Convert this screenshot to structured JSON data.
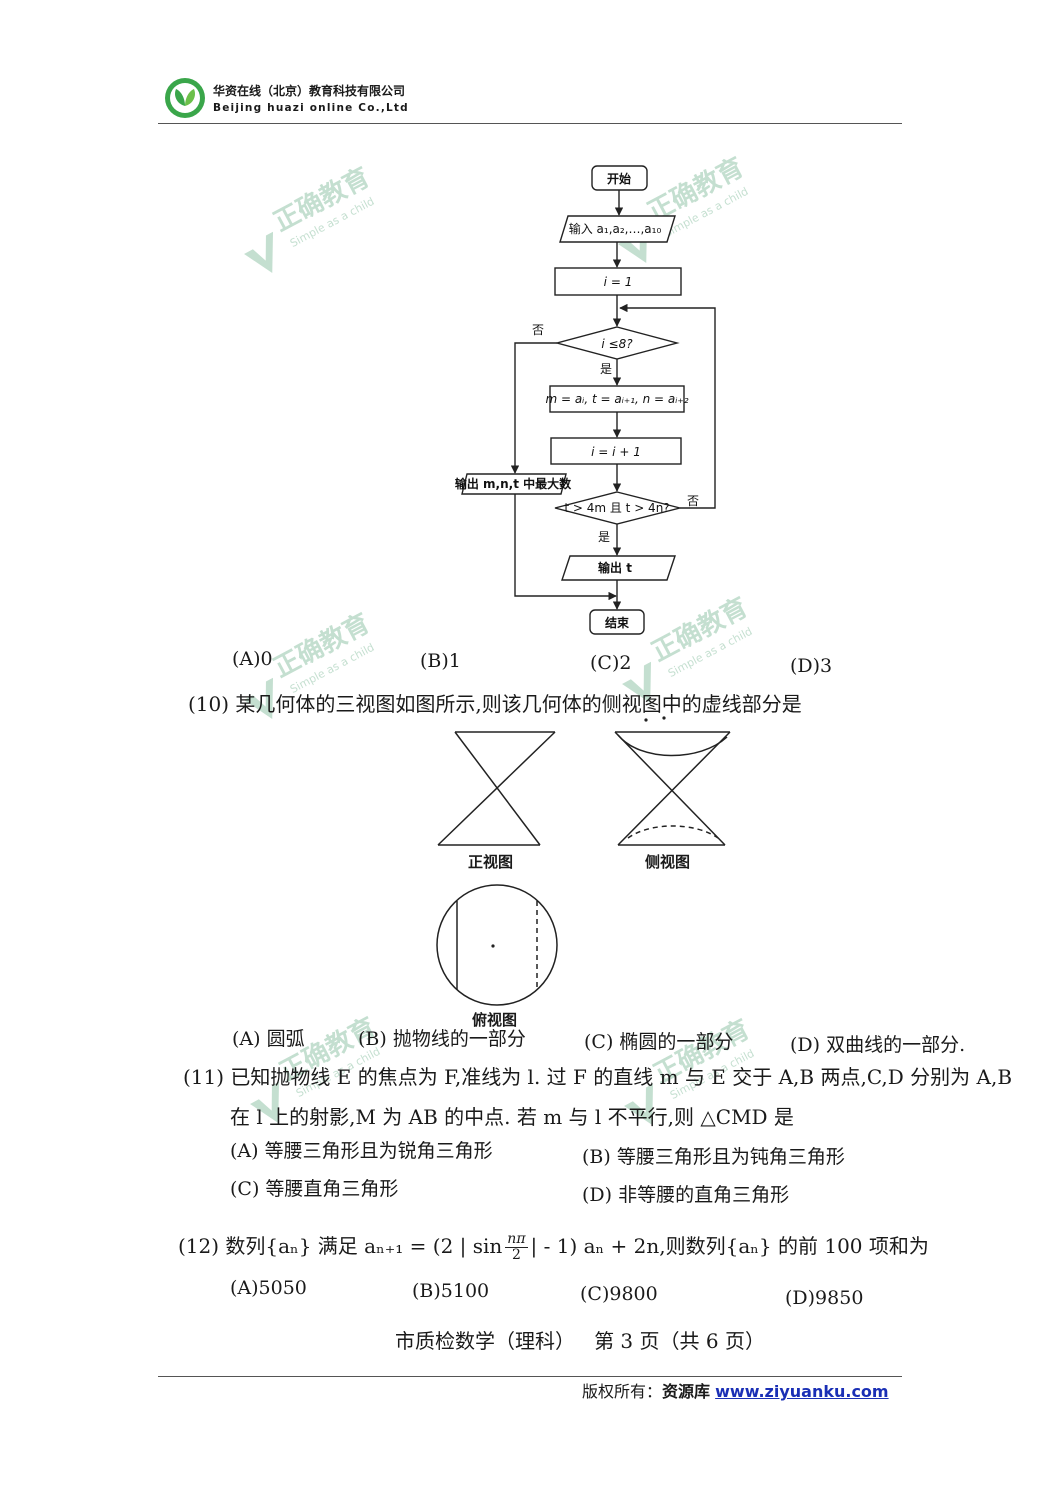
{
  "header": {
    "company_cn": "华资在线（北京）教育科技有限公司",
    "company_en": "Beijing huazi online Co.,Ltd"
  },
  "watermark": {
    "title": "正确教育",
    "subtitle": "Simple as a child"
  },
  "flowchart": {
    "start": "开始",
    "input": "输入 a₁,a₂,…,a₁₀",
    "init": "i = 1",
    "cond1": "i ≤8?",
    "no": "否",
    "yes": "是",
    "assign": "m = aᵢ, t = aᵢ₊₁, n = aᵢ₊₂",
    "incr": "i = i + 1",
    "cond2": "t > 4m 且 t > 4n?",
    "output_t": "输出 t",
    "output_max": "输出 m,n,t 中最大数",
    "end": "结束"
  },
  "q9_options": [
    "(A)0",
    "(B)1",
    "(C)2",
    "(D)3"
  ],
  "q10": {
    "stem": "(10) 某几何体的三视图如图所示,则该几何体的侧视图中的虚线部分是",
    "labels": {
      "front": "正视图",
      "side": "侧视图",
      "top": "俯视图"
    },
    "options": [
      "(A) 圆弧",
      "(B) 抛物线的一部分",
      "(C) 椭圆的一部分",
      "(D) 双曲线的一部分."
    ]
  },
  "q11": {
    "line1": "(11) 已知抛物线 E 的焦点为 F,准线为 l. 过 F 的直线 m 与 E 交于 A,B 两点,C,D 分别为 A,B",
    "line2": "在 l 上的射影,M 为 AB 的中点. 若 m 与 l 不平行,则 △CMD 是",
    "options": [
      "(A) 等腰三角形且为锐角三角形",
      "(B) 等腰三角形且为钝角三角形",
      "(C) 等腰直角三角形",
      "(D) 非等腰的直角三角形"
    ]
  },
  "q12": {
    "stem_before": "(12) 数列{aₙ} 满足 aₙ₊₁ = (2 | sin",
    "frac_num": "nπ",
    "frac_den": "2",
    "stem_after": "| - 1) aₙ + 2n,则数列{aₙ} 的前 100 项和为",
    "options": [
      "(A)5050",
      "(B)5100",
      "(C)9800",
      "(D)9850"
    ]
  },
  "footer": {
    "page_info": "市质检数学（理科）   第 3 页（共 6 页）",
    "copyright_label": "版权所有：",
    "copyright_site": "资源库",
    "copyright_url": "www.ziyuanku.com"
  },
  "colors": {
    "logo_green": "#3aa64a",
    "watermark_green": "#2f8f58",
    "link_blue": "#1a2fb5"
  }
}
